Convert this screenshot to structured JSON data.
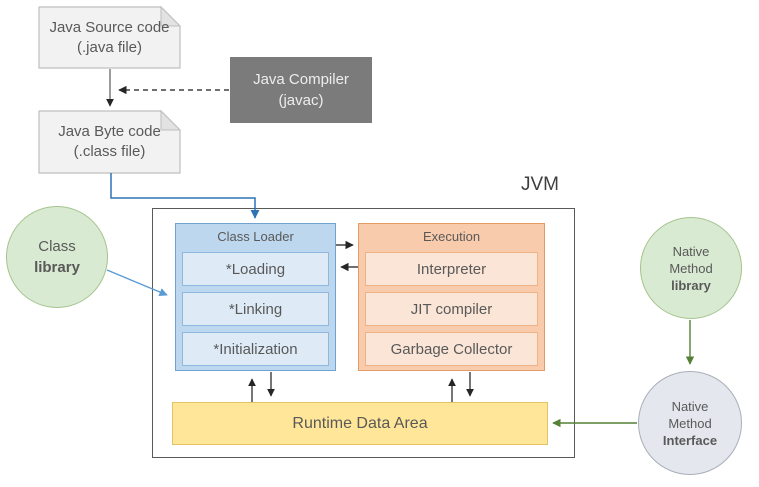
{
  "diagram": {
    "jvm_label": "JVM",
    "java_source": {
      "line1": "Java Source code",
      "line2": "(.java file)"
    },
    "java_compiler": {
      "line1": "Java Compiler",
      "line2": "(javac)"
    },
    "java_bytecode": {
      "line1": "Java Byte code",
      "line2": "(.class file)"
    },
    "class_library": {
      "line1": "Class",
      "line2": "library"
    },
    "class_loader": {
      "title": "Class Loader",
      "items": [
        "*Loading",
        "*Linking",
        "*Initialization"
      ]
    },
    "execution": {
      "title": "Execution",
      "items": [
        "Interpreter",
        "JIT compiler",
        "Garbage Collector"
      ]
    },
    "runtime_data_area": {
      "label": "Runtime Data Area"
    },
    "native_method_library": {
      "line1": "Native",
      "line2": "Method",
      "line3": "library"
    },
    "native_method_interface": {
      "line1": "Native",
      "line2": "Method",
      "line3": "Interface"
    },
    "colors": {
      "file_fill": "#F2F2F2",
      "file_border": "#BFBFBF",
      "compiler_fill": "#7B7B7B",
      "class_loader_fill": "#BDD7EE",
      "class_loader_item_fill": "#DEEBF7",
      "execution_fill": "#F8CBAD",
      "execution_item_fill": "#FBE5D6",
      "runtime_fill": "#FFE699",
      "library_circle_fill": "#D9EAD3",
      "interface_circle_fill": "#E4E8EE",
      "arrow_dark": "#262626",
      "arrow_blue": "#2E74B5",
      "arrow_light_blue": "#5B9BD5",
      "arrow_green": "#538135",
      "text_gray": "#595959"
    }
  }
}
